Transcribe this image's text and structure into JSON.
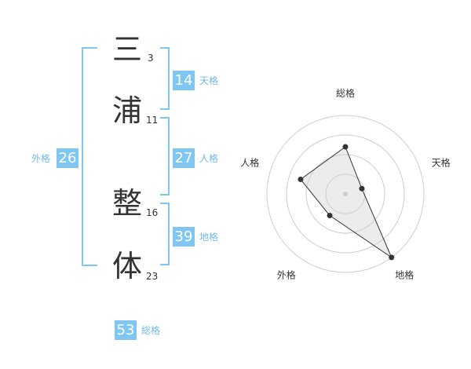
{
  "name": [
    {
      "char": "三",
      "strokes": "3"
    },
    {
      "char": "浦",
      "strokes": "11"
    },
    {
      "char": "整",
      "strokes": "16"
    },
    {
      "char": "体",
      "strokes": "23"
    }
  ],
  "scores": {
    "tenkaku": {
      "value": "14",
      "label": "天格"
    },
    "jinkaku": {
      "value": "27",
      "label": "人格"
    },
    "chikaku": {
      "value": "39",
      "label": "地格"
    },
    "gaikaku": {
      "value": "26",
      "label": "外格"
    },
    "soukaku": {
      "value": "53",
      "label": "総格"
    }
  },
  "colors": {
    "accent": "#7fc6f3",
    "label": "#74b9e6",
    "text": "#333333"
  },
  "chart_data": {
    "type": "radar",
    "axes": [
      "総格",
      "天格",
      "地格",
      "外格",
      "人格"
    ],
    "values": [
      0.6,
      0.22,
      1.0,
      0.34,
      0.6
    ],
    "max": 1.0,
    "rings": 4
  }
}
